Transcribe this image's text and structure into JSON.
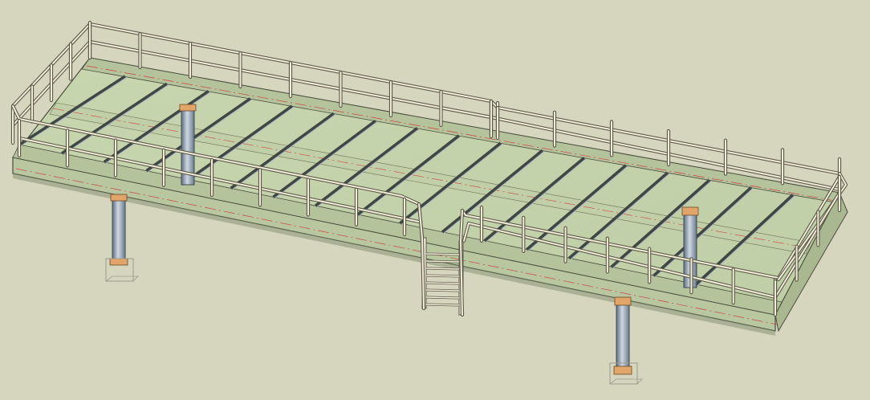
{
  "viewport": {
    "background": "#d6d5bd",
    "colors": {
      "deck": "#c6d4ae",
      "deck_light": "#d3ddbd",
      "beam_face": "#b9c7a0",
      "beam_under": "#a7b38f",
      "grating_dark": "#3f4740",
      "grating_light": "#a9b3c7",
      "column_mid": "#8fa3b5",
      "column_dark": "#5f6f80",
      "column_light": "#cfd8e2",
      "bracket": "#e1a56a",
      "rail": "#f2ecd8",
      "rail_outline": "#5a5a48",
      "edge": "#4a4d3e",
      "center_line": "#d04040",
      "base_box": "#9a9a8e"
    }
  },
  "model": {
    "name": "steel-platform-with-handrails",
    "components": [
      "deck",
      "grating-bars",
      "handrail",
      "ladder",
      "support-columns",
      "base-plates"
    ]
  }
}
